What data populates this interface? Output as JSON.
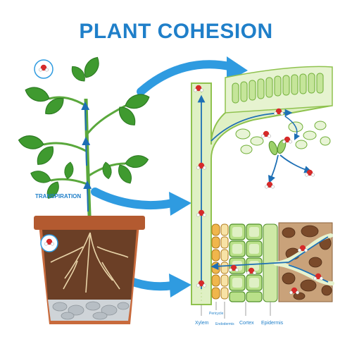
{
  "title": "PLANT COHESION",
  "labels": {
    "transpiration": "TRANSPIRATION",
    "xylem": "Xylem",
    "pericycle": "Pericycle",
    "endodermis": "Endodermis",
    "cortex": "Cortex",
    "epidermis": "Epidermis"
  },
  "colors": {
    "title": "#1f7fc9",
    "arrow": "#2f9be0",
    "flow": "#1d6fb5",
    "leaf": "#3f9a2f",
    "leaf_dark": "#2c7a22",
    "stem": "#5aa83c",
    "xylem_tube": "#dff0c4",
    "xylem_border": "#8fc24e",
    "pot": "#c86a3c",
    "pot_rim": "#b35a30",
    "soil": "#6b3f26",
    "water_molecule": "#d62a2a",
    "label_text": "#1f7fc9"
  },
  "icons": [
    "water-molecule-icon",
    "flow-arrow-icon"
  ]
}
